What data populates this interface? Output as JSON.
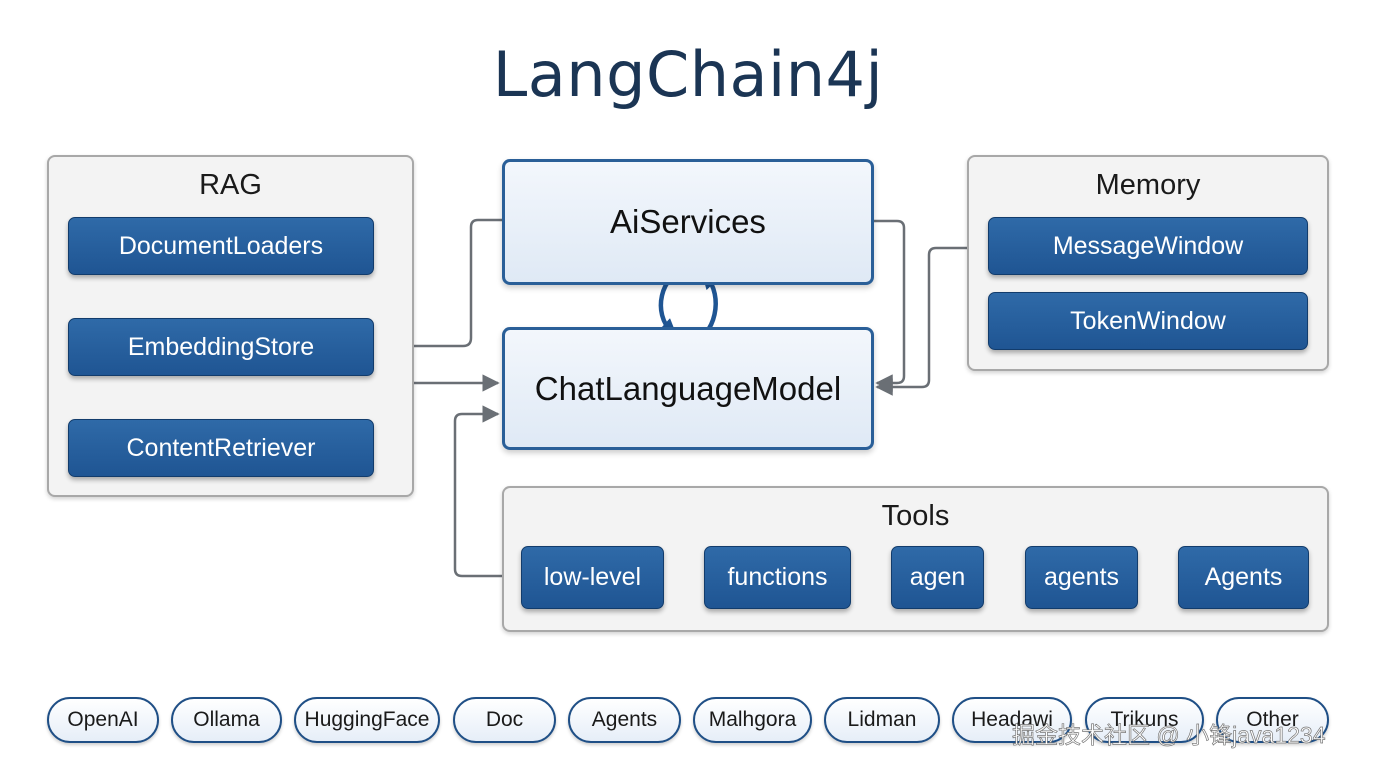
{
  "title": "LangChain4j",
  "rag": {
    "title": "RAG",
    "items": [
      "DocumentLoaders",
      "EmbeddingStore",
      "ContentRetriever"
    ]
  },
  "core": {
    "ai_services": "AiServices",
    "chat_model": "ChatLanguageModel"
  },
  "memory": {
    "title": "Memory",
    "items": [
      "MessageWindow",
      "TokenWindow"
    ]
  },
  "tools": {
    "title": "Tools",
    "items": [
      "low-level",
      "functions",
      "agen",
      "agents",
      "Agents"
    ]
  },
  "providers": [
    "OpenAI",
    "Ollama",
    "HuggingFace",
    "Doc",
    "Agents",
    "Malhgora",
    "Lidman",
    "Headawi",
    "Trikuns",
    "Other"
  ],
  "watermark": "掘金技术社区 @ 小锋java1234",
  "colors": {
    "primary": "#1f5593",
    "title": "#1b3554",
    "arrow": "#6a6f75"
  }
}
